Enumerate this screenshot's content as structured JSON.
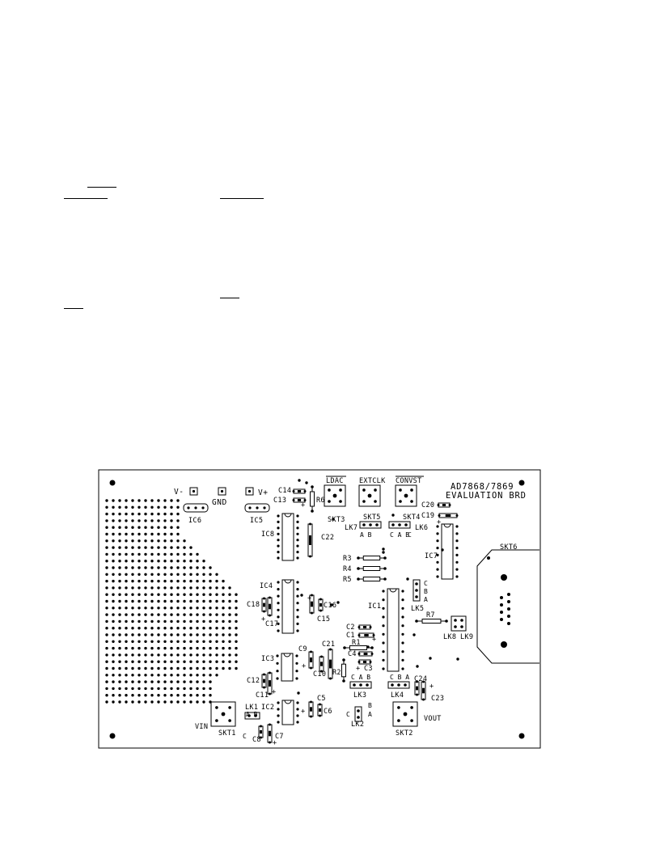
{
  "board": {
    "title_line1": "AD7868/7869",
    "title_line2": "EVALUATION BRD",
    "power": {
      "vminus": "V-",
      "gnd": "GND",
      "vplus": "V+",
      "vin": "VIN",
      "vout": "VOUT"
    },
    "sockets": {
      "skt1": "SKT1",
      "skt2": "SKT2",
      "skt3": "SKT3",
      "skt4": "SKT4",
      "skt5": "SKT5",
      "skt6": "SKT6"
    },
    "signals": {
      "ldac": "LDAC",
      "extclk": "EXTCLK",
      "convst": "CONVST"
    },
    "ics": {
      "ic1": "IC1",
      "ic2": "IC2",
      "ic3": "IC3",
      "ic4": "IC4",
      "ic5": "IC5",
      "ic6": "IC6",
      "ic7": "IC7",
      "ic8": "IC8"
    },
    "resistors": {
      "r1": "R1",
      "r2": "R2",
      "r3": "R3",
      "r4": "R4",
      "r5": "R5",
      "r6": "R6",
      "r7": "R7"
    },
    "capacitors": {
      "c1": "C1",
      "c2": "C2",
      "c3": "C3",
      "c4": "C4",
      "c5": "C5",
      "c6": "C6",
      "c7": "C7",
      "c8": "C8",
      "c9": "C9",
      "c10": "C10",
      "c11": "C11",
      "c12": "C12",
      "c13": "C13",
      "c14": "C14",
      "c15": "C15",
      "c16": "C16",
      "c17": "C17",
      "c18": "C18",
      "c19": "C19",
      "c20": "C20",
      "c21": "C21",
      "c22": "C22",
      "c23": "C23",
      "c24": "C24"
    },
    "links": {
      "lk1": "LK1",
      "lk2": "LK2",
      "lk3": "LK3",
      "lk4": "LK4",
      "lk5": "LK5",
      "lk6": "LK6",
      "lk7": "LK7",
      "lk8": "LK8",
      "lk9": "LK9"
    },
    "pin_letters": {
      "lk1": "A B",
      "lk1_c": "C",
      "lk2_a": "A",
      "lk2_b": "B",
      "lk2_c": "C",
      "lk3": "C A B",
      "lk4": "C B A",
      "lk5_c": "C",
      "lk5_b": "B",
      "lk5_a": "A",
      "lk6": "C A B",
      "lk6_c": "C",
      "lk7": "A B"
    },
    "plus": "+"
  },
  "colors": {
    "ink": "#000000",
    "paper": "#ffffff"
  }
}
